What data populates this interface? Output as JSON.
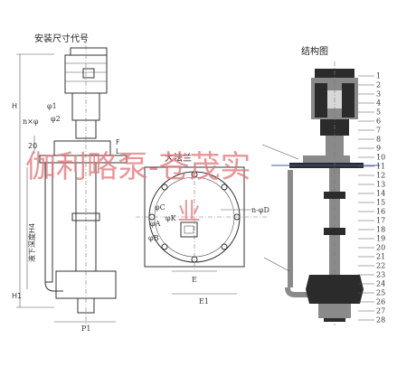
{
  "labels": {
    "install_dims": "安装尺寸代号",
    "structure": "结构图",
    "big_flange": "大法兰"
  },
  "dims": {
    "H": "H",
    "L": "L",
    "F": "F",
    "phi1": "φ1",
    "phi2": "φ2",
    "nxphi": "n×φ",
    "h20": "20",
    "H1": "H1",
    "insert_depth": "液下深度H4",
    "P1": "P1",
    "phiC": "φC",
    "phiA": "φA",
    "phiB": "φB",
    "phiK": "φK",
    "nphiD": "n-φD",
    "E": "E",
    "E1": "E1"
  },
  "part_numbers": [
    "1",
    "2",
    "3",
    "4",
    "5",
    "6",
    "7",
    "8",
    "9",
    "10",
    "11",
    "12",
    "13",
    "14",
    "15",
    "16",
    "17",
    "18",
    "19",
    "20",
    "21",
    "22",
    "23",
    "24",
    "25",
    "26",
    "27",
    "28"
  ],
  "watermark": {
    "line1": "伽利略泵-苍茂实",
    "line2": "业"
  },
  "colors": {
    "watermark": "#e2787c",
    "line": "#333333",
    "accent": "#3b58a6"
  }
}
